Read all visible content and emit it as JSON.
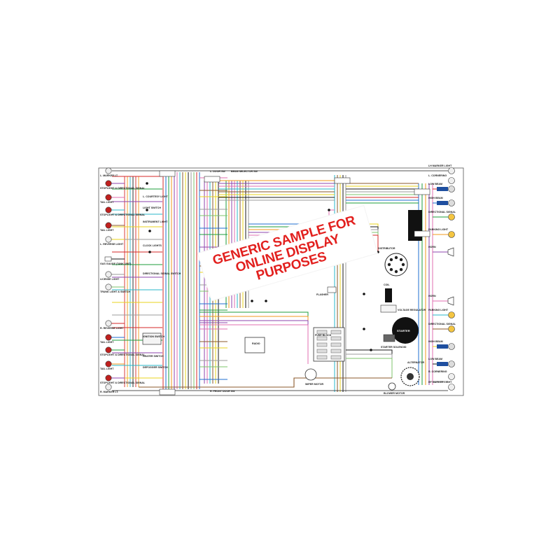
{
  "watermark": {
    "lines": [
      "GENERIC SAMPLE FOR",
      "ONLINE DISPLAY",
      "PURPOSES"
    ],
    "color": "#e2201e"
  },
  "left_components": [
    "L. MARKER LT.",
    "STOPLIGHT & DIRECTIONAL SIGNAL",
    "TAIL LIGHT",
    "STOPLIGHT & DIRECTIONAL SIGNAL",
    "TAIL LIGHT",
    "L. REVERSE LIGHT",
    "GAS GAUGE (TANK UNIT)",
    "LICENSE LIGHT",
    "TRUNK LIGHT & SWITCH",
    "R. REVERSE LIGHT",
    "TAIL LIGHT",
    "STOPLIGHT & DIRECTIONAL SIGNAL",
    "TAIL LIGHT",
    "STOPLIGHT & DIRECTIONAL SIGNAL",
    "R. MARKER LT."
  ],
  "right_components": [
    "LH MARKER LIGHT",
    "L. CORNERING",
    "LOW BEAM",
    "HIGH BEAM",
    "DIRECTIONAL SIGNAL",
    "PARKING LIGHT",
    "HORN",
    "HORN",
    "PARKING LIGHT",
    "DIRECTIONAL SIGNAL",
    "HIGH BEAM",
    "LOW BEAM",
    "R. CORNERING",
    "RF MARKER LIGHT"
  ],
  "dash_labels": [
    "L. COURTESY LIGHT",
    "LIGHT SWITCH",
    "INSTRUMENT LIGHT",
    "CLOCK LIGHTS",
    "DIRECTIONAL SIGNAL SWITCH",
    "IGNITION SWITCH",
    "HEATER SWITCH",
    "DEFOGGER SWITCH"
  ],
  "center_labels": [
    "L. DOOR SW",
    "BEAM SELECTOR SW",
    "FLASHER",
    "RADIO",
    "FUSE BLOCK",
    "R. FRONT DOOR SW",
    "STARTER",
    "STARTER SOLENOID",
    "ALTERNATOR",
    "VOLTAGE REGULATOR",
    "COIL",
    "DISTRIBUTOR",
    "WIPER MOTOR",
    "BLOWER MOTOR"
  ],
  "colors": {
    "frame": "#555555",
    "wires": [
      "#d62a2a",
      "#1f6fd1",
      "#1d9e3b",
      "#f09a1c",
      "#8e44ad",
      "#e06fb0",
      "#2ab7c9",
      "#8b5a2b",
      "#e8d31e",
      "#1a1a1a",
      "#9b9b9b",
      "#7cc46b"
    ]
  }
}
